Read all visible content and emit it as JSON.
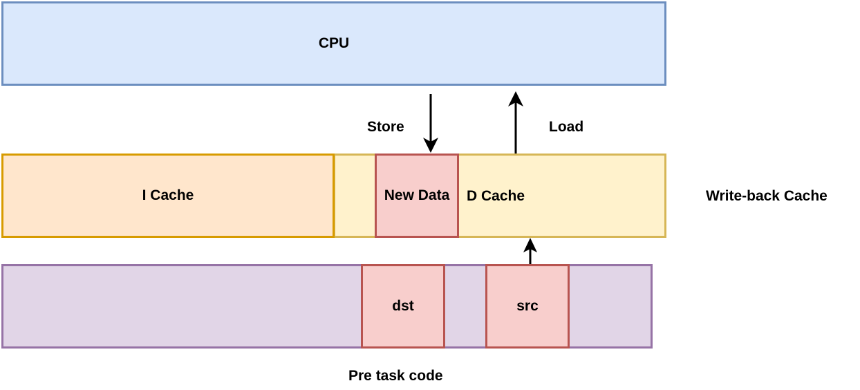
{
  "cpu": {
    "label": "CPU"
  },
  "cache": {
    "icache_label": "I Cache",
    "dcache_label": "D Cache",
    "new_data_label": "New Data",
    "side_label": "Write-back Cache"
  },
  "arrows": {
    "store_label": "Store",
    "load_label": "Load"
  },
  "code": {
    "dst_label": "dst",
    "src_label": "src",
    "caption": "Pre task code"
  }
}
